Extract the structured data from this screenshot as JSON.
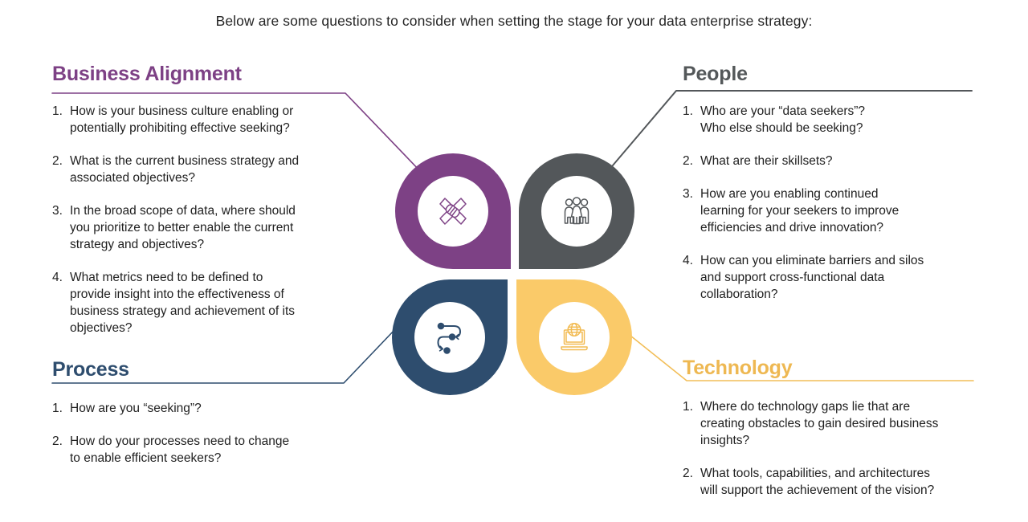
{
  "title": "Below are some questions to consider when setting the stage for your data enterprise strategy:",
  "colors": {
    "business_alignment": "#7D4185",
    "people": "#53575A",
    "process": "#2E4D6E",
    "technology_heading": "#EEB852",
    "technology_shape": "#FACA69",
    "body_text": "#212121"
  },
  "sections": {
    "business_alignment": {
      "label": "Business Alignment",
      "icon": "hands-together-icon",
      "items": [
        "How is your business culture enabling or\npotentially prohibiting effective seeking?",
        "What is the current business strategy and\nassociated objectives?",
        "In the broad scope of data, where should\nyou prioritize to better enable the current\nstrategy and objectives?",
        "What metrics need to be defined to\nprovide insight into the effectiveness of\nbusiness strategy and achievement of its\nobjectives?"
      ]
    },
    "people": {
      "label": "People",
      "icon": "people-icon",
      "items": [
        "Who are your “data seekers”?\nWho else should be seeking?",
        "What are their skillsets?",
        "How are you enabling continued\nlearning for your seekers to improve\nefficiencies and drive innovation?",
        "How can you eliminate barriers and silos\nand support cross-functional data\ncollaboration?"
      ]
    },
    "process": {
      "label": "Process",
      "icon": "process-flow-icon",
      "items": [
        "How are you “seeking”?",
        "How do your processes need to change\nto enable efficient seekers?"
      ]
    },
    "technology": {
      "label": "Technology",
      "icon": "laptop-globe-icon",
      "items": [
        "Where do technology gaps lie that are\ncreating obstacles to gain desired business\ninsights?",
        "What tools, capabilities, and architectures\nwill support the achievement of the vision?"
      ]
    }
  }
}
